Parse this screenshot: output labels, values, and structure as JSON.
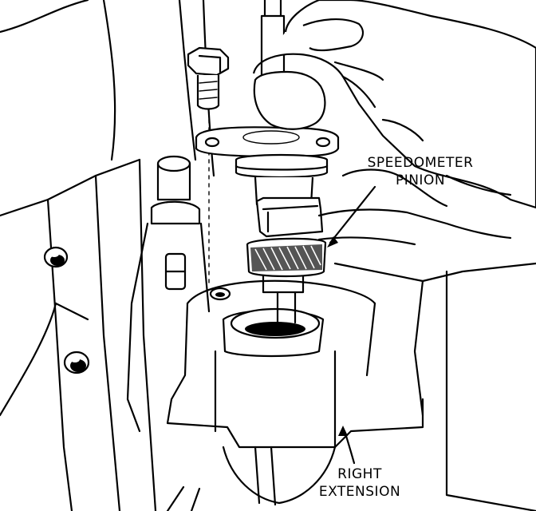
{
  "labels": {
    "speedometer_pinion": [
      "SPEEDOMETER",
      "PINION"
    ],
    "right_extension": [
      "RIGHT",
      "EXTENSION"
    ]
  },
  "colors": {
    "ink": "#000000",
    "paper": "#ffffff",
    "gear_teeth": "#555555"
  }
}
